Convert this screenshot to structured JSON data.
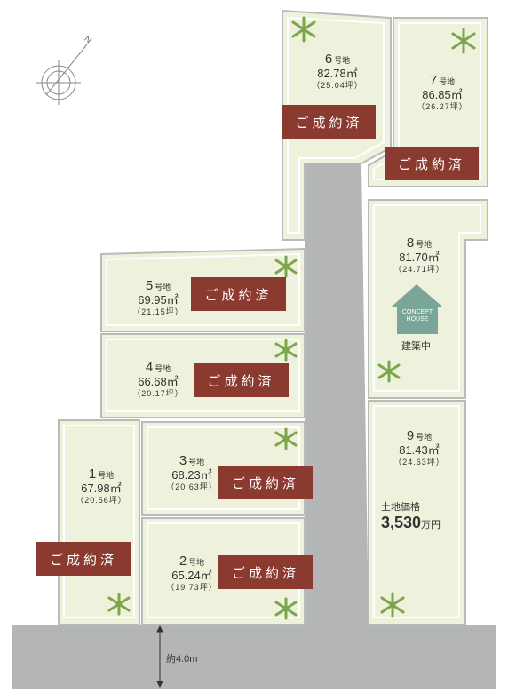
{
  "compass": {
    "north_label": "N"
  },
  "road": {
    "width_label": "約4.0m"
  },
  "sold_label": "ご成約済",
  "lots": [
    {
      "num": "1",
      "go": "号地",
      "area": "67.98㎡",
      "tsubo": "（20.56坪）",
      "sold": true
    },
    {
      "num": "2",
      "go": "号地",
      "area": "65.24㎡",
      "tsubo": "（19.73坪）",
      "sold": true
    },
    {
      "num": "3",
      "go": "号地",
      "area": "68.23㎡",
      "tsubo": "（20.63坪）",
      "sold": true
    },
    {
      "num": "4",
      "go": "号地",
      "area": "66.68㎡",
      "tsubo": "（20.17坪）",
      "sold": true
    },
    {
      "num": "5",
      "go": "号地",
      "area": "69.95㎡",
      "tsubo": "（21.15坪）",
      "sold": true
    },
    {
      "num": "6",
      "go": "号地",
      "area": "82.78㎡",
      "tsubo": "（25.04坪）",
      "sold": true
    },
    {
      "num": "7",
      "go": "号地",
      "area": "86.85㎡",
      "tsubo": "（26.27坪）",
      "sold": true
    },
    {
      "num": "8",
      "go": "号地",
      "area": "81.70㎡",
      "tsubo": "（24.71坪）",
      "sold": false,
      "house_line1": "CONCEPT",
      "house_line2": "HOUSE",
      "status": "建築中"
    },
    {
      "num": "9",
      "go": "号地",
      "area": "81.43㎡",
      "tsubo": "（24.63坪）",
      "sold": false,
      "price_label": "土地価格",
      "price": "3,530",
      "price_unit": "万円"
    }
  ]
}
